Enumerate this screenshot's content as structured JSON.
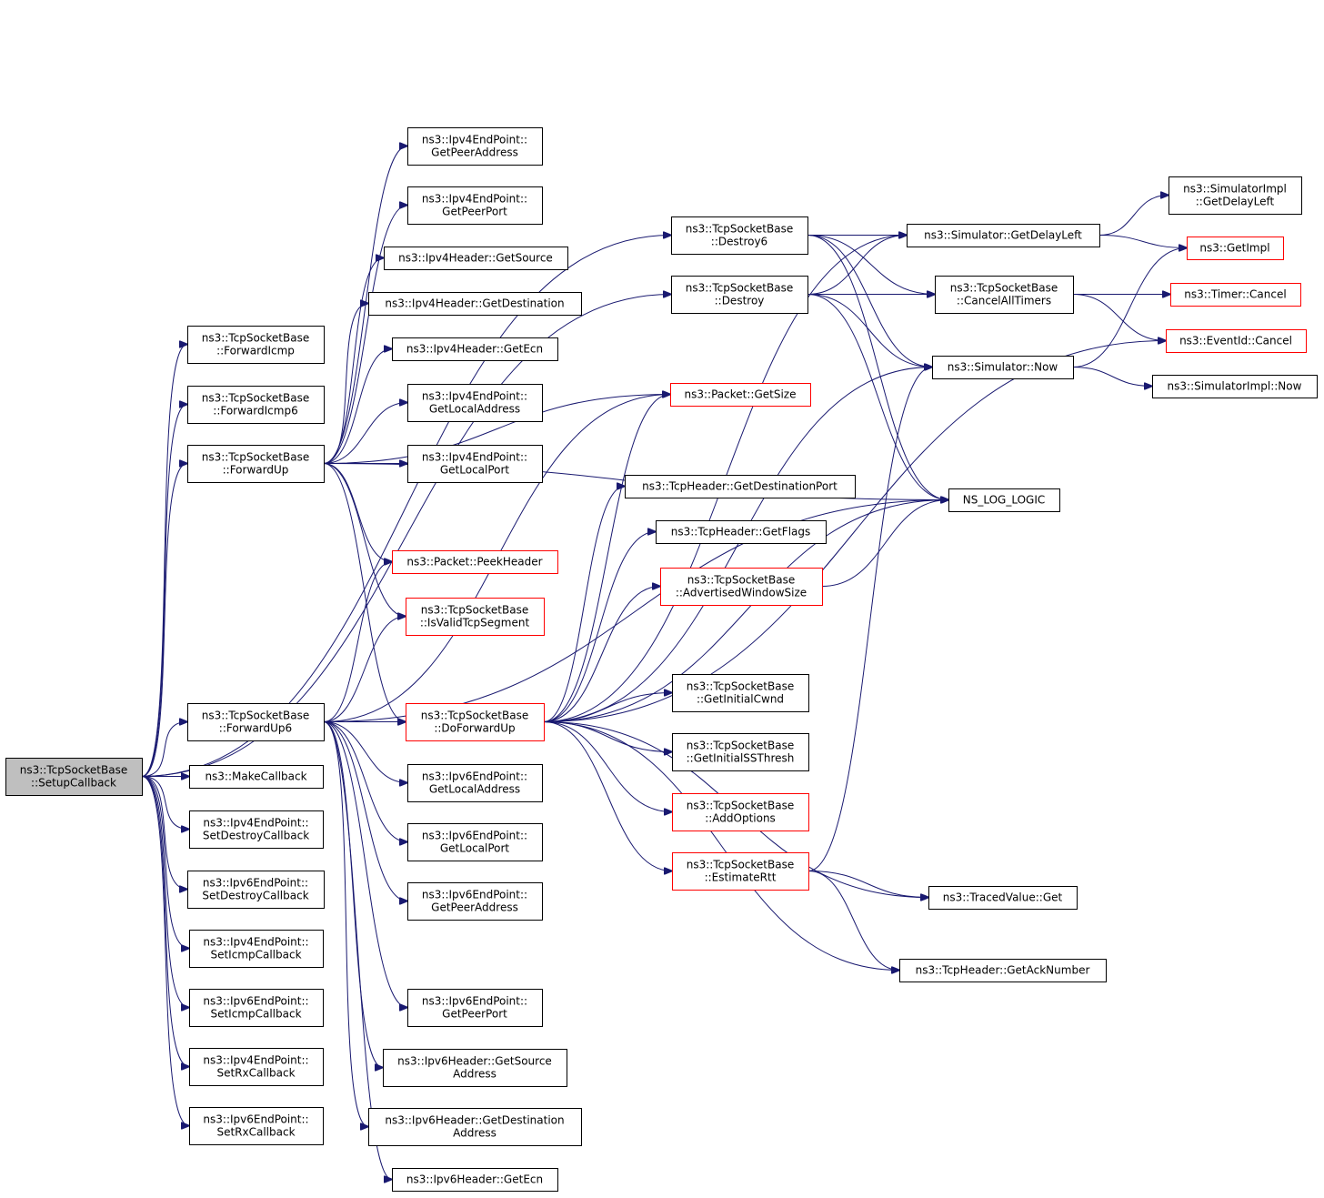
{
  "colors": {
    "edge": "#191970",
    "node_border": "#000000",
    "truncated_border": "#ff0000",
    "root_fill": "#bfbfbf"
  },
  "nodes": [
    {
      "id": "setup",
      "lines": [
        "ns3::TcpSocketBase",
        "::SetupCallback"
      ],
      "style": "root"
    },
    {
      "id": "fwdicmp",
      "lines": [
        "ns3::TcpSocketBase",
        "::ForwardIcmp"
      ]
    },
    {
      "id": "fwdicmp6",
      "lines": [
        "ns3::TcpSocketBase",
        "::ForwardIcmp6"
      ]
    },
    {
      "id": "fwdup",
      "lines": [
        "ns3::TcpSocketBase",
        "::ForwardUp"
      ]
    },
    {
      "id": "fwdup6",
      "lines": [
        "ns3::TcpSocketBase",
        "::ForwardUp6"
      ]
    },
    {
      "id": "makecb",
      "lines": [
        "ns3::MakeCallback"
      ]
    },
    {
      "id": "v4setdestroy",
      "lines": [
        "ns3::Ipv4EndPoint::",
        "SetDestroyCallback"
      ]
    },
    {
      "id": "v6setdestroy",
      "lines": [
        "ns3::Ipv6EndPoint::",
        "SetDestroyCallback"
      ]
    },
    {
      "id": "v4seticmp",
      "lines": [
        "ns3::Ipv4EndPoint::",
        "SetIcmpCallback"
      ]
    },
    {
      "id": "v6seticmp",
      "lines": [
        "ns3::Ipv6EndPoint::",
        "SetIcmpCallback"
      ]
    },
    {
      "id": "v4setrx",
      "lines": [
        "ns3::Ipv4EndPoint::",
        "SetRxCallback"
      ]
    },
    {
      "id": "v6setrx",
      "lines": [
        "ns3::Ipv6EndPoint::",
        "SetRxCallback"
      ]
    },
    {
      "id": "v4peeraddr",
      "lines": [
        "ns3::Ipv4EndPoint::",
        "GetPeerAddress"
      ]
    },
    {
      "id": "v4peerport",
      "lines": [
        "ns3::Ipv4EndPoint::",
        "GetPeerPort"
      ]
    },
    {
      "id": "v4hsource",
      "lines": [
        "ns3::Ipv4Header::GetSource"
      ]
    },
    {
      "id": "v4hdest",
      "lines": [
        "ns3::Ipv4Header::GetDestination"
      ]
    },
    {
      "id": "v4hecn",
      "lines": [
        "ns3::Ipv4Header::GetEcn"
      ]
    },
    {
      "id": "v4localaddr",
      "lines": [
        "ns3::Ipv4EndPoint::",
        "GetLocalAddress"
      ]
    },
    {
      "id": "v4localport",
      "lines": [
        "ns3::Ipv4EndPoint::",
        "GetLocalPort"
      ]
    },
    {
      "id": "peekheader",
      "lines": [
        "ns3::Packet::PeekHeader"
      ],
      "style": "red"
    },
    {
      "id": "isvalid",
      "lines": [
        "ns3::TcpSocketBase",
        "::IsValidTcpSegment"
      ],
      "style": "red"
    },
    {
      "id": "doforward",
      "lines": [
        "ns3::TcpSocketBase",
        "::DoForwardUp"
      ],
      "style": "red"
    },
    {
      "id": "v6localaddr",
      "lines": [
        "ns3::Ipv6EndPoint::",
        "GetLocalAddress"
      ]
    },
    {
      "id": "v6localport",
      "lines": [
        "ns3::Ipv6EndPoint::",
        "GetLocalPort"
      ]
    },
    {
      "id": "v6peeraddr",
      "lines": [
        "ns3::Ipv6EndPoint::",
        "GetPeerAddress"
      ]
    },
    {
      "id": "v6peerport",
      "lines": [
        "ns3::Ipv6EndPoint::",
        "GetPeerPort"
      ]
    },
    {
      "id": "v6hsource",
      "lines": [
        "ns3::Ipv6Header::GetSource",
        "Address"
      ]
    },
    {
      "id": "v6hdest",
      "lines": [
        "ns3::Ipv6Header::GetDestination",
        "Address"
      ]
    },
    {
      "id": "v6hecn",
      "lines": [
        "ns3::Ipv6Header::GetEcn"
      ]
    },
    {
      "id": "destroy6",
      "lines": [
        "ns3::TcpSocketBase",
        "::Destroy6"
      ]
    },
    {
      "id": "destroy",
      "lines": [
        "ns3::TcpSocketBase",
        "::Destroy"
      ]
    },
    {
      "id": "getsize",
      "lines": [
        "ns3::Packet::GetSize"
      ],
      "style": "red"
    },
    {
      "id": "getdestport",
      "lines": [
        "ns3::TcpHeader::GetDestinationPort"
      ]
    },
    {
      "id": "getflags",
      "lines": [
        "ns3::TcpHeader::GetFlags"
      ]
    },
    {
      "id": "advwin",
      "lines": [
        "ns3::TcpSocketBase",
        "::AdvertisedWindowSize"
      ],
      "style": "red"
    },
    {
      "id": "initcwnd",
      "lines": [
        "ns3::TcpSocketBase",
        "::GetInitialCwnd"
      ]
    },
    {
      "id": "initssth",
      "lines": [
        "ns3::TcpSocketBase",
        "::GetInitialSSThresh"
      ]
    },
    {
      "id": "addopts",
      "lines": [
        "ns3::TcpSocketBase",
        "::AddOptions"
      ],
      "style": "red"
    },
    {
      "id": "estrtt",
      "lines": [
        "ns3::TcpSocketBase",
        "::EstimateRtt"
      ],
      "style": "red"
    },
    {
      "id": "getdelayleft",
      "lines": [
        "ns3::Simulator::GetDelayLeft"
      ]
    },
    {
      "id": "cancelall",
      "lines": [
        "ns3::TcpSocketBase",
        "::CancelAllTimers"
      ]
    },
    {
      "id": "simnow",
      "lines": [
        "ns3::Simulator::Now"
      ]
    },
    {
      "id": "nslog",
      "lines": [
        "NS_LOG_LOGIC"
      ]
    },
    {
      "id": "tracedget",
      "lines": [
        "ns3::TracedValue::Get"
      ]
    },
    {
      "id": "getack",
      "lines": [
        "ns3::TcpHeader::GetAckNumber"
      ]
    },
    {
      "id": "implgetdelay",
      "lines": [
        "ns3::SimulatorImpl",
        "::GetDelayLeft"
      ]
    },
    {
      "id": "getimpl",
      "lines": [
        "ns3::GetImpl"
      ],
      "style": "red"
    },
    {
      "id": "timercancel",
      "lines": [
        "ns3::Timer::Cancel"
      ],
      "style": "red"
    },
    {
      "id": "eventcancel",
      "lines": [
        "ns3::EventId::Cancel"
      ],
      "style": "red"
    },
    {
      "id": "implnow",
      "lines": [
        "ns3::SimulatorImpl::Now"
      ]
    }
  ],
  "edges": [
    [
      "setup",
      "fwdicmp"
    ],
    [
      "setup",
      "fwdicmp6"
    ],
    [
      "setup",
      "fwdup"
    ],
    [
      "setup",
      "fwdup6"
    ],
    [
      "setup",
      "makecb"
    ],
    [
      "setup",
      "v4setdestroy"
    ],
    [
      "setup",
      "v6setdestroy"
    ],
    [
      "setup",
      "v4seticmp"
    ],
    [
      "setup",
      "v6seticmp"
    ],
    [
      "setup",
      "v4setrx"
    ],
    [
      "setup",
      "v6setrx"
    ],
    [
      "setup",
      "destroy6"
    ],
    [
      "setup",
      "destroy"
    ],
    [
      "fwdup",
      "v4peeraddr"
    ],
    [
      "fwdup",
      "v4peerport"
    ],
    [
      "fwdup",
      "v4hsource"
    ],
    [
      "fwdup",
      "v4hdest"
    ],
    [
      "fwdup",
      "v4hecn"
    ],
    [
      "fwdup",
      "v4localaddr"
    ],
    [
      "fwdup",
      "v4localport"
    ],
    [
      "fwdup",
      "peekheader"
    ],
    [
      "fwdup",
      "isvalid"
    ],
    [
      "fwdup",
      "doforward"
    ],
    [
      "fwdup",
      "getsize"
    ],
    [
      "fwdup",
      "nslog"
    ],
    [
      "fwdup6",
      "peekheader"
    ],
    [
      "fwdup6",
      "isvalid"
    ],
    [
      "fwdup6",
      "doforward"
    ],
    [
      "fwdup6",
      "v6localaddr"
    ],
    [
      "fwdup6",
      "v6localport"
    ],
    [
      "fwdup6",
      "v6peeraddr"
    ],
    [
      "fwdup6",
      "v6peerport"
    ],
    [
      "fwdup6",
      "v6hsource"
    ],
    [
      "fwdup6",
      "v6hdest"
    ],
    [
      "fwdup6",
      "v6hecn"
    ],
    [
      "fwdup6",
      "getsize"
    ],
    [
      "fwdup6",
      "nslog"
    ],
    [
      "doforward",
      "getsize"
    ],
    [
      "doforward",
      "getdestport"
    ],
    [
      "doforward",
      "getflags"
    ],
    [
      "doforward",
      "advwin"
    ],
    [
      "doforward",
      "initcwnd"
    ],
    [
      "doforward",
      "initssth"
    ],
    [
      "doforward",
      "addopts"
    ],
    [
      "doforward",
      "estrtt"
    ],
    [
      "doforward",
      "simnow"
    ],
    [
      "doforward",
      "getdelayleft"
    ],
    [
      "doforward",
      "nslog"
    ],
    [
      "doforward",
      "tracedget"
    ],
    [
      "doforward",
      "getack"
    ],
    [
      "doforward",
      "eventcancel"
    ],
    [
      "destroy6",
      "getdelayleft"
    ],
    [
      "destroy6",
      "cancelall"
    ],
    [
      "destroy6",
      "simnow"
    ],
    [
      "destroy6",
      "nslog"
    ],
    [
      "destroy",
      "getdelayleft"
    ],
    [
      "destroy",
      "cancelall"
    ],
    [
      "destroy",
      "simnow"
    ],
    [
      "destroy",
      "nslog"
    ],
    [
      "advwin",
      "nslog"
    ],
    [
      "estrtt",
      "simnow"
    ],
    [
      "estrtt",
      "tracedget"
    ],
    [
      "estrtt",
      "getack"
    ],
    [
      "getdelayleft",
      "implgetdelay"
    ],
    [
      "getdelayleft",
      "getimpl"
    ],
    [
      "cancelall",
      "timercancel"
    ],
    [
      "cancelall",
      "eventcancel"
    ],
    [
      "simnow",
      "getimpl"
    ],
    [
      "simnow",
      "implnow"
    ]
  ]
}
